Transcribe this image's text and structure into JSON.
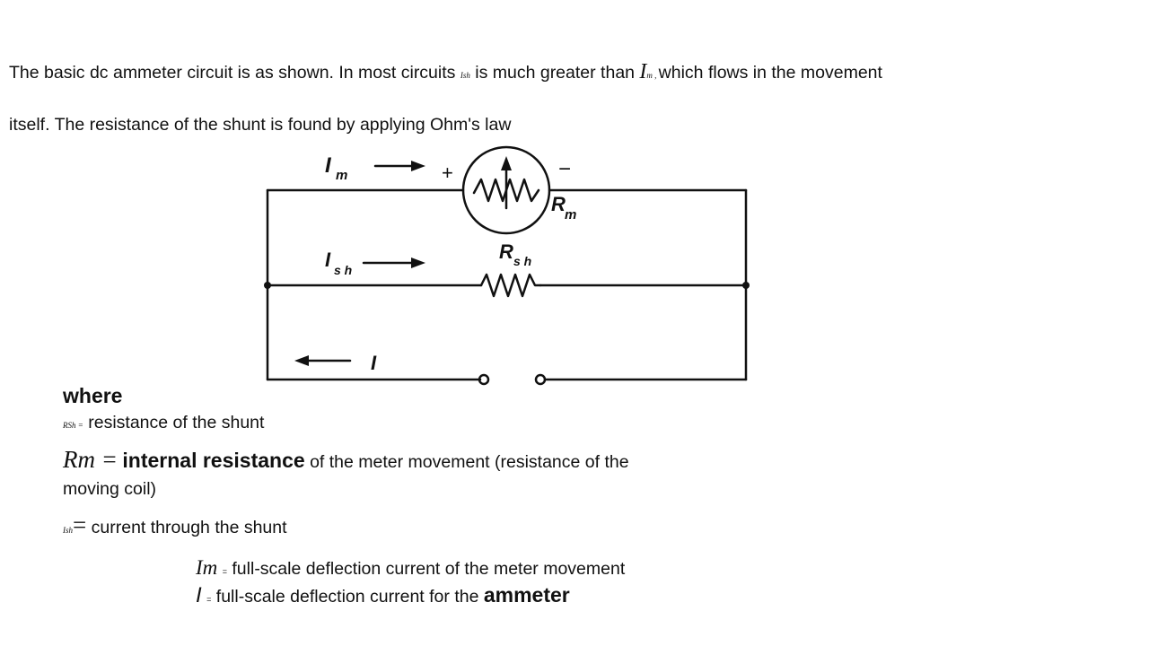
{
  "paragraph": {
    "l1_a": "The basic dc ammeter circuit is as shown. In most circuits ",
    "ish_sym": "Ish",
    "l1_b": " is much greater than ",
    "im_sym": "I",
    "im_sub": "m",
    "im_comma": " , ",
    "l1_c": "which flows in the movement",
    "l2": "itself. The resistance of the shunt is found by applying Ohm's law"
  },
  "diagram": {
    "label_im": "I",
    "label_im_sub": "m",
    "label_plus": "+",
    "label_minus": "−",
    "label_rm": "R",
    "label_rm_sub": "m",
    "label_ish": "I",
    "label_ish_sub": "s h",
    "label_rsh": "R",
    "label_rsh_sub": "s h",
    "label_i": "I"
  },
  "definitions": {
    "where": "where",
    "rsh_sym": "RSh =",
    "rsh_text": "resistance of the shunt",
    "rm_sym": "Rm =",
    "rm_bold": "internal resistance",
    "rm_text_a": " of the meter movement (resistance of the",
    "rm_text_b": "moving coil)",
    "ish_sym": "Ish",
    "ish_eq": "=",
    "ish_text": " current through the shunt",
    "im_sym": "Im",
    "im_eq": "=",
    "im_text": "full-scale deflection current of the meter movement",
    "i_sym": "I",
    "i_eq": "=",
    "i_text": "full-scale deflection current for the ",
    "i_bold": "ammeter"
  }
}
